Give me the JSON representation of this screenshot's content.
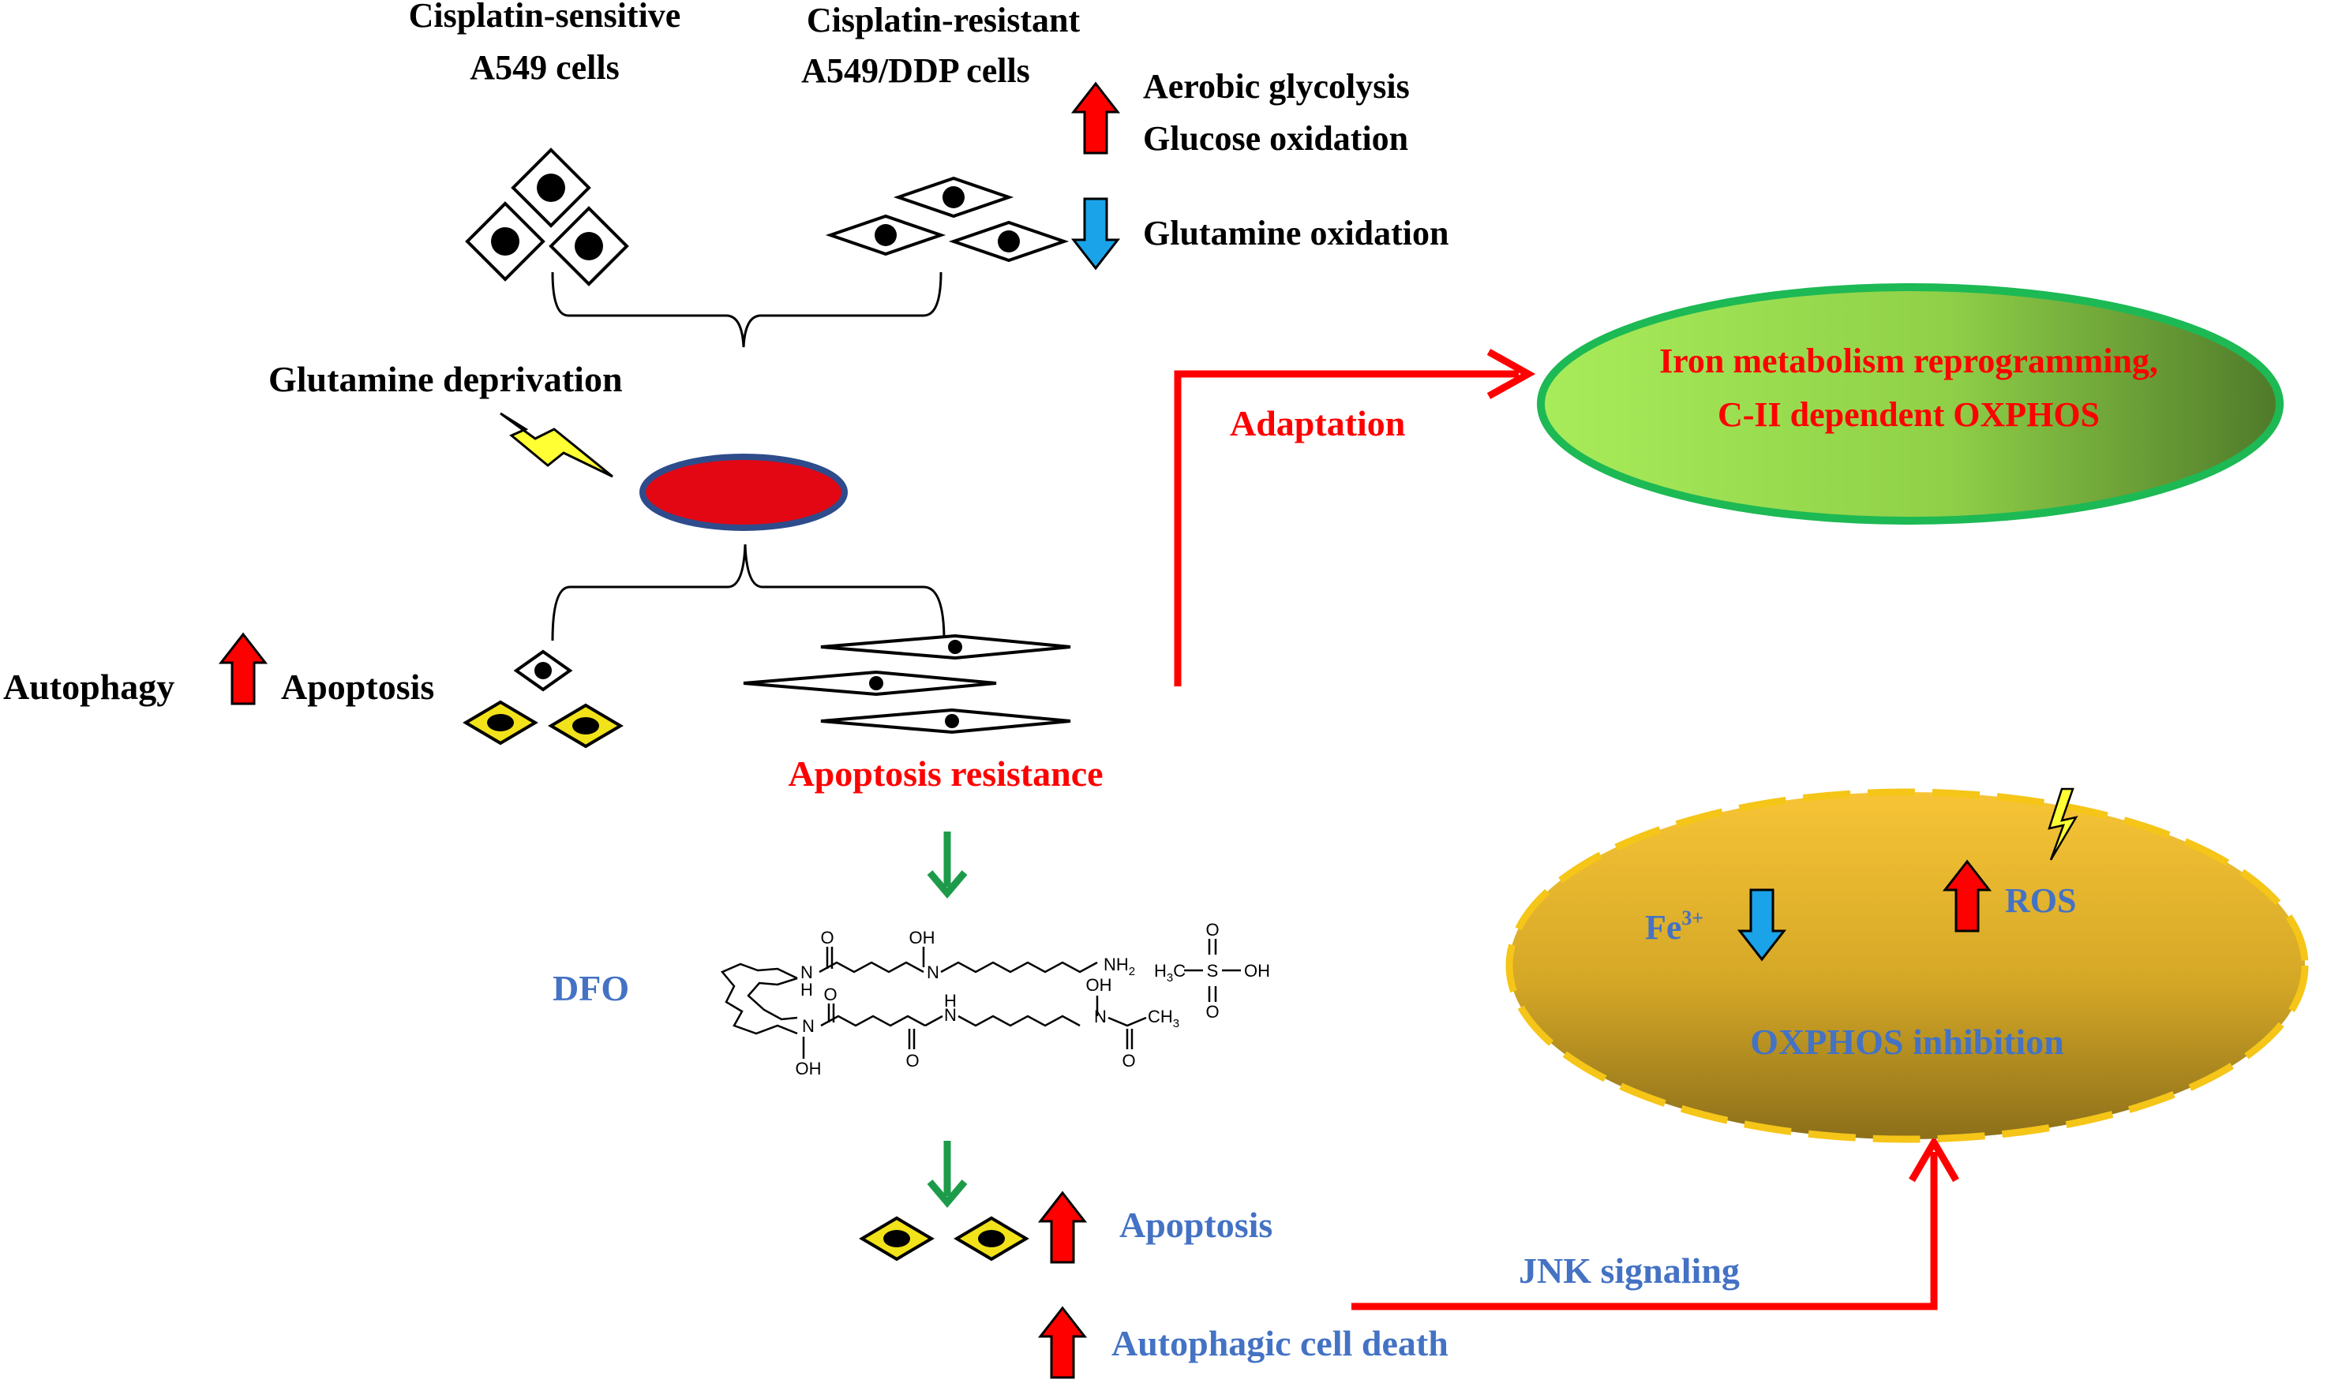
{
  "cell_groups": {
    "sensitive_line1": "Cisplatin-sensitive",
    "sensitive_line2": "A549 cells",
    "resistant_line1": "Cisplatin-resistant",
    "resistant_line2": "A549/DDP cells"
  },
  "metabolism": {
    "up_line1": "Aerobic glycolysis",
    "up_line2": "Glucose oxidation",
    "down": "Glutamine oxidation"
  },
  "treatment": "Glutamine deprivation",
  "left_outcome": {
    "autophagy": "Autophagy",
    "apoptosis": "Apoptosis"
  },
  "resistance": "Apoptosis resistance",
  "adaptation": "Adaptation",
  "green_ellipse": {
    "line1": "Iron metabolism reprogramming,",
    "line2": "C-II dependent OXPHOS"
  },
  "drug": {
    "name": "DFO",
    "atoms": {
      "oh_top": "OH",
      "n_top": "N",
      "nh2": "NH",
      "nh2_sub": "2",
      "nh_ring_top": "N",
      "nh_ring_top_h": "H",
      "o_carbonyl_1": "O",
      "n_ring_bottom": "N",
      "oh_ring_bottom": "OH",
      "o_carbonyl_2": "O",
      "nh_mid": "N",
      "nh_mid_h": "H",
      "o_carbonyl_3": "O",
      "oh_right": "OH",
      "n_right": "N",
      "ch3_right": "CH",
      "ch3_right_sub": "3",
      "o_right": "O",
      "mesyl_h3c": "H",
      "mesyl_h3c_sub": "3",
      "mesyl_c": "C",
      "mesyl_s": "S",
      "mesyl_o_top": "O",
      "mesyl_o_bottom": "O",
      "mesyl_oh": "OH"
    }
  },
  "result": {
    "apoptosis": "Apoptosis",
    "autophagic_death": "Autophagic cell death"
  },
  "jnk": "JNK signaling",
  "gold_ellipse": {
    "fe": "Fe",
    "fe_sup": "3+",
    "ros": "ROS",
    "oxphos": "OXPHOS inhibition"
  },
  "colors": {
    "red": "#ff0000",
    "blue_text": "#4472c4",
    "arrow_red": "#ff0000",
    "arrow_blue": "#1aa3e8",
    "green_arrow": "#1e9b4a",
    "green_ellipse_border": "#1db954",
    "gold_border": "#f5c518",
    "cell_yellow": "#f2e21a",
    "lightning_yellow": "#ffff33",
    "oval_red": "#e30613",
    "oval_blue": "#2e4c8c"
  }
}
